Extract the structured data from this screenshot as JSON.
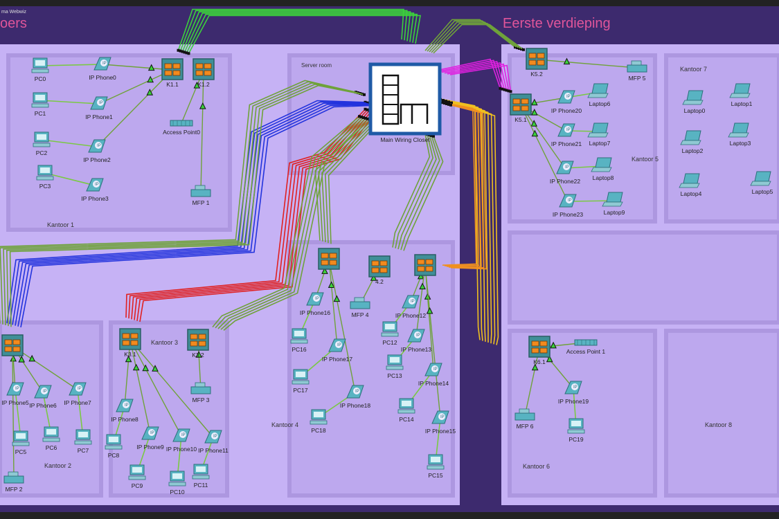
{
  "app": {
    "topleft_label": "ma Webwiz"
  },
  "floors": {
    "ground_title_fragment": "oers",
    "first_title": "Eerste verdieping"
  },
  "rooms": [
    {
      "id": "kantoor1",
      "label": "Kantoor 1"
    },
    {
      "id": "server",
      "label": "Server room"
    },
    {
      "id": "kantoor2",
      "label": "Kantoor 2"
    },
    {
      "id": "kantoor3",
      "label": "Kantoor 3"
    },
    {
      "id": "kantoor4",
      "label": "Kantoor 4"
    },
    {
      "id": "kantoor5",
      "label": "Kantoor 5"
    },
    {
      "id": "kantoor6",
      "label": "Kantoor 6"
    },
    {
      "id": "kantoor7",
      "label": "Kantoor 7"
    },
    {
      "id": "kantoor8",
      "label": "Kantoor 8"
    }
  ],
  "devices": [
    {
      "id": "mwc",
      "type": "closet",
      "label": "Main Wiring Closet"
    },
    {
      "id": "k11",
      "type": "switch",
      "label": "K1.1"
    },
    {
      "id": "k12",
      "type": "switch",
      "label": "K1.2"
    },
    {
      "id": "k2",
      "type": "switch",
      "label": ""
    },
    {
      "id": "k31",
      "type": "switch",
      "label": "K3.1"
    },
    {
      "id": "k32",
      "type": "switch",
      "label": "K3.2"
    },
    {
      "id": "k41",
      "type": "switch",
      "label": ""
    },
    {
      "id": "k42",
      "type": "switch",
      "label": "4.2"
    },
    {
      "id": "k43",
      "type": "switch",
      "label": ""
    },
    {
      "id": "k51",
      "type": "switch",
      "label": "K5.1"
    },
    {
      "id": "k52",
      "type": "switch",
      "label": "K5.2"
    },
    {
      "id": "k61",
      "type": "switch",
      "label": "K6.1"
    },
    {
      "id": "pc0",
      "type": "pc",
      "label": "PC0"
    },
    {
      "id": "pc1",
      "type": "pc",
      "label": "PC1"
    },
    {
      "id": "pc2",
      "type": "pc",
      "label": "PC2"
    },
    {
      "id": "pc3",
      "type": "pc",
      "label": "PC3"
    },
    {
      "id": "ip0",
      "type": "phone",
      "label": "IP Phone0"
    },
    {
      "id": "ip1",
      "type": "phone",
      "label": "IP Phone1"
    },
    {
      "id": "ip2",
      "type": "phone",
      "label": "IP Phone2"
    },
    {
      "id": "ip3",
      "type": "phone",
      "label": "IP Phone3"
    },
    {
      "id": "ap0",
      "type": "ap",
      "label": "Access Point0"
    },
    {
      "id": "mfp1",
      "type": "printer",
      "label": "MFP 1"
    },
    {
      "id": "ip5",
      "type": "phone",
      "label": "IP Phone5"
    },
    {
      "id": "ip6",
      "type": "phone",
      "label": "IP Phone6"
    },
    {
      "id": "ip7",
      "type": "phone",
      "label": "IP Phone7"
    },
    {
      "id": "pc5",
      "type": "pc",
      "label": "PC5"
    },
    {
      "id": "pc6",
      "type": "pc",
      "label": "PC6"
    },
    {
      "id": "pc7",
      "type": "pc",
      "label": "PC7"
    },
    {
      "id": "mfp2",
      "type": "printer",
      "label": "MFP 2"
    },
    {
      "id": "ip8",
      "type": "phone",
      "label": "IP Phone8"
    },
    {
      "id": "ip9",
      "type": "phone",
      "label": "IP Phone9"
    },
    {
      "id": "ip10",
      "type": "phone",
      "label": "IP Phone10"
    },
    {
      "id": "ip11",
      "type": "phone",
      "label": "IP Phone11"
    },
    {
      "id": "pc8",
      "type": "pc",
      "label": "PC8"
    },
    {
      "id": "pc9",
      "type": "pc",
      "label": "PC9"
    },
    {
      "id": "pc10",
      "type": "pc",
      "label": "PC10"
    },
    {
      "id": "pc11",
      "type": "pc",
      "label": "PC11"
    },
    {
      "id": "mfp3",
      "type": "printer",
      "label": "MFP 3"
    },
    {
      "id": "ip16",
      "type": "phone",
      "label": "IP Phone16"
    },
    {
      "id": "ip17",
      "type": "phone",
      "label": "IP Phone17"
    },
    {
      "id": "ip18",
      "type": "phone",
      "label": "IP Phone18"
    },
    {
      "id": "pc16",
      "type": "pc",
      "label": "PC16"
    },
    {
      "id": "pc17",
      "type": "pc",
      "label": "PC17"
    },
    {
      "id": "pc18",
      "type": "pc",
      "label": "PC18"
    },
    {
      "id": "mfp4",
      "type": "printer",
      "label": "MFP 4"
    },
    {
      "id": "ip12",
      "type": "phone",
      "label": "IP Phone12"
    },
    {
      "id": "ip13",
      "type": "phone",
      "label": "IP Phone13"
    },
    {
      "id": "ip14",
      "type": "phone",
      "label": "IP Phone14"
    },
    {
      "id": "ip15",
      "type": "phone",
      "label": "IP Phone15"
    },
    {
      "id": "pc12",
      "type": "pc",
      "label": "PC12"
    },
    {
      "id": "pc13",
      "type": "pc",
      "label": "PC13"
    },
    {
      "id": "pc14",
      "type": "pc",
      "label": "PC14"
    },
    {
      "id": "pc15",
      "type": "pc",
      "label": "PC15"
    },
    {
      "id": "ip20",
      "type": "phone",
      "label": "IP Phone20"
    },
    {
      "id": "ip21",
      "type": "phone",
      "label": "IP Phone21"
    },
    {
      "id": "ip22",
      "type": "phone",
      "label": "IP Phone22"
    },
    {
      "id": "ip23",
      "type": "phone",
      "label": "IP Phone23"
    },
    {
      "id": "lap6",
      "type": "laptop",
      "label": "Laptop6"
    },
    {
      "id": "lap7",
      "type": "laptop",
      "label": "Laptop7"
    },
    {
      "id": "lap8",
      "type": "laptop",
      "label": "Laptop8"
    },
    {
      "id": "lap9",
      "type": "laptop",
      "label": "Laptop9"
    },
    {
      "id": "mfp5",
      "type": "printer",
      "label": "MFP 5"
    },
    {
      "id": "lap0",
      "type": "laptop",
      "label": "Laptop0"
    },
    {
      "id": "lap1",
      "type": "laptop",
      "label": "Laptop1"
    },
    {
      "id": "lap2",
      "type": "laptop",
      "label": "Laptop2"
    },
    {
      "id": "lap3",
      "type": "laptop",
      "label": "Laptop3"
    },
    {
      "id": "lap4",
      "type": "laptop",
      "label": "Laptop4"
    },
    {
      "id": "lap5",
      "type": "laptop",
      "label": "Laptop5"
    },
    {
      "id": "ap1",
      "type": "ap",
      "label": "Access Point 1"
    },
    {
      "id": "ip19",
      "type": "phone",
      "label": "IP Phone19"
    },
    {
      "id": "pc19",
      "type": "pc",
      "label": "PC19"
    },
    {
      "id": "mfp6",
      "type": "printer",
      "label": "MFP 6"
    }
  ],
  "colors": {
    "background": "#3d2a6e",
    "room": "#c6b2f5",
    "room_wall": "#b19de0",
    "title": "#e0559a",
    "switch_body": "#3f8f98",
    "switch_port": "#f28a1e",
    "device": "#58b3c2",
    "cable_green": "#6fa23a",
    "cable_bright_green": "#3cd13c",
    "cable_blue": "#2233dd",
    "cable_red": "#e02020",
    "cable_magenta": "#e020e0",
    "cable_yellow": "#f0c020",
    "cable_orange": "#f09020"
  }
}
